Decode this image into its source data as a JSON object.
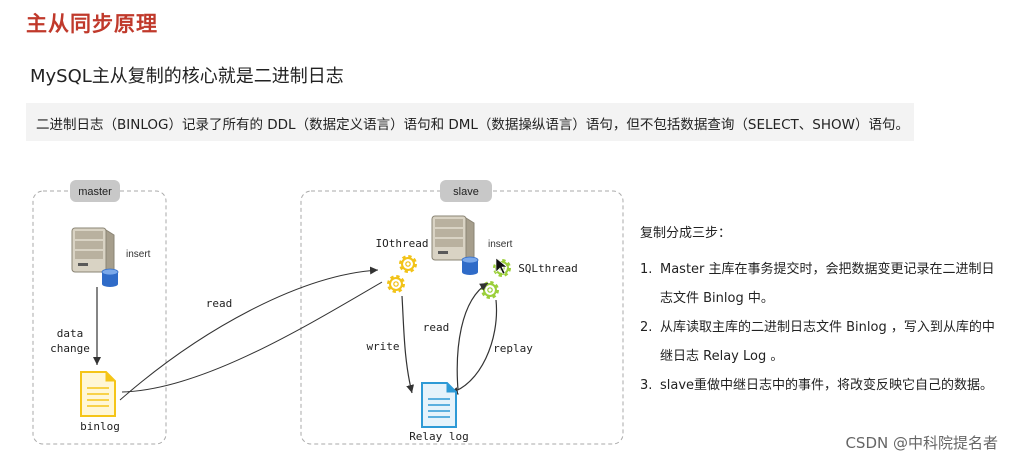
{
  "header": {
    "title": "主从同步原理",
    "subtitle": "MySQL主从复制的核心就是二进制日志"
  },
  "note": "二进制日志（BINLOG）记录了所有的 DDL（数据定义语言）语句和 DML（数据操纵语言）语句，但不包括数据查询（SELECT、SHOW）语句。",
  "diagram": {
    "master_label": "master",
    "slave_label": "slave",
    "master_insert": "insert",
    "slave_insert": "insert",
    "data_change_line1": "data",
    "data_change_line2": "change",
    "binlog": "binlog",
    "read_to_io": "read",
    "iothread": "IOthread",
    "sqlthread": "SQLthread",
    "write": "write",
    "read_relay": "read",
    "replay": "replay",
    "relay_log": "Relay log"
  },
  "steps": {
    "header": "复制分成三步：",
    "items": [
      {
        "num": "1.",
        "text": "Master 主库在事务提交时，会把数据变更记录在二进制日志文件 Binlog 中。"
      },
      {
        "num": "2.",
        "text": "从库读取主库的二进制日志文件 Binlog ，写入到从库的中继日志 Relay Log 。"
      },
      {
        "num": "3.",
        "text": "slave重做中继日志中的事件，将改变反映它自己的数据。"
      }
    ]
  },
  "watermark": "CSDN @中科院提名者",
  "colors": {
    "title": "#c0392b",
    "gear": "#f2c318",
    "gear_green": "#9bcf3a",
    "binlog_icon": "#f5c518",
    "relay_icon": "#2e9ad6",
    "label_tab": "#c8c8c8"
  }
}
